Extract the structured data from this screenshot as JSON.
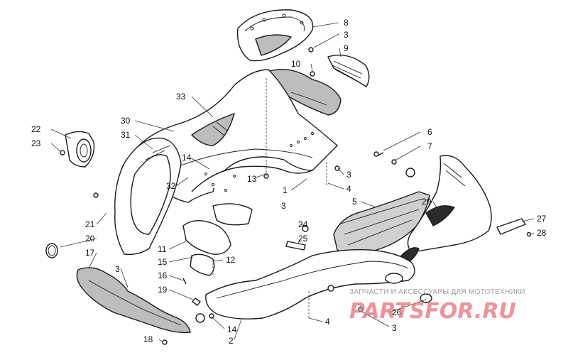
{
  "callouts": {
    "c8": "8",
    "c3a": "3",
    "c9": "9",
    "c10": "10",
    "c33": "33",
    "c30": "30",
    "c31": "31",
    "c22": "22",
    "c23": "23",
    "c14a": "14",
    "c13": "13",
    "c32": "32",
    "c1": "1",
    "c3b": "3",
    "c6": "6",
    "c7": "7",
    "c3c": "3",
    "c4a": "4",
    "c5": "5",
    "c29": "29",
    "c21": "21",
    "c20": "20",
    "c17": "17",
    "c11": "11",
    "c15": "15",
    "c12": "12",
    "c24": "24",
    "c25": "25",
    "c27": "27",
    "c28": "28",
    "c3d": "3",
    "c16": "16",
    "c19": "19",
    "c14b": "14",
    "c18": "18",
    "c2": "2",
    "c26": "26",
    "c4b": "4",
    "c3e": "3"
  },
  "watermark": {
    "tagline": "ЗАПЧАСТИ И АКСЕССУАРЫ ДЛЯ МОТОТЕХНИКИ",
    "logo": "PARTSFOR.RU"
  },
  "colors": {
    "line": "#1a1a1a",
    "fill_grey": "#bdbdbd",
    "watermark_logo": "#e86f78",
    "watermark_text": "#9e9e9e"
  }
}
